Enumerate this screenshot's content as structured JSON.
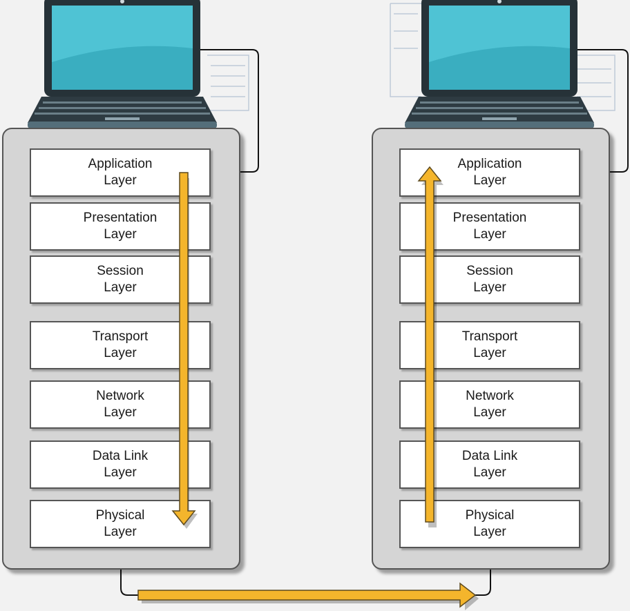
{
  "colors": {
    "background": "#f2f2f2",
    "panel": "#d5d5d5",
    "border": "#555555",
    "arrow": "#f4b52c",
    "screen": "#4fc3d4",
    "laptop_body": "#263238"
  },
  "icons": [
    "laptop-icon",
    "down-arrow-icon",
    "up-arrow-icon",
    "right-arrow-icon"
  ],
  "stacks": [
    {
      "id": "sender",
      "flow": "down",
      "layers": [
        {
          "line1": "Application",
          "line2": "Layer"
        },
        {
          "line1": "Presentation",
          "line2": "Layer"
        },
        {
          "line1": "Session",
          "line2": "Layer"
        },
        {
          "line1": "Transport",
          "line2": "Layer"
        },
        {
          "line1": "Network",
          "line2": "Layer"
        },
        {
          "line1": "Data Link",
          "line2": "Layer"
        },
        {
          "line1": "Physical",
          "line2": "Layer"
        }
      ]
    },
    {
      "id": "receiver",
      "flow": "up",
      "layers": [
        {
          "line1": "Application",
          "line2": "Layer"
        },
        {
          "line1": "Presentation",
          "line2": "Layer"
        },
        {
          "line1": "Session",
          "line2": "Layer"
        },
        {
          "line1": "Transport",
          "line2": "Layer"
        },
        {
          "line1": "Network",
          "line2": "Layer"
        },
        {
          "line1": "Data Link",
          "line2": "Layer"
        },
        {
          "line1": "Physical",
          "line2": "Layer"
        }
      ]
    }
  ]
}
